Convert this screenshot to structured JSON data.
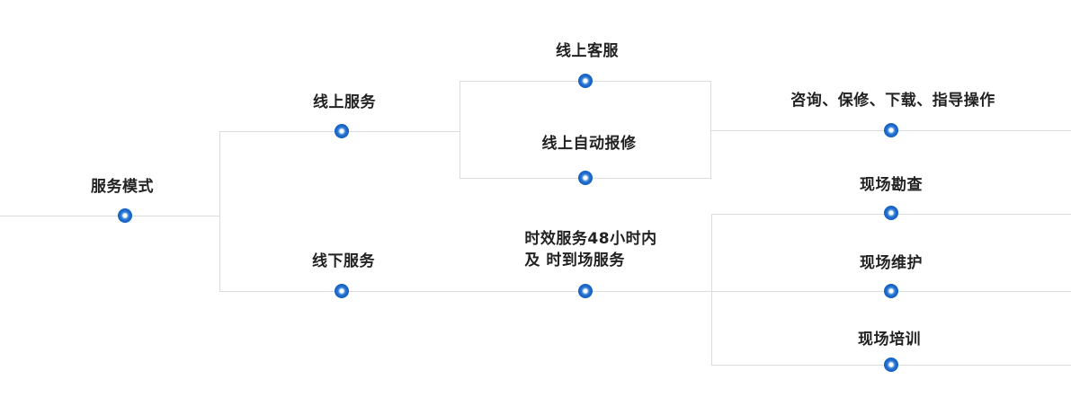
{
  "diagram": {
    "root": {
      "label": "服务模式"
    },
    "online": {
      "label": "线上服务"
    },
    "offline": {
      "label": "线下服务"
    },
    "online_cs": {
      "label": "线上客服"
    },
    "online_auto": {
      "label": "线上自动报修"
    },
    "online_result": {
      "label": "咨询、保修、下载、指导操作"
    },
    "offline_promise": {
      "line1": "时效服务48小时内",
      "line2": "及 时到场服务"
    },
    "survey": {
      "label": "现场勘查"
    },
    "maintain": {
      "label": "现场维护"
    },
    "training": {
      "label": "现场培训"
    }
  },
  "colors": {
    "node": "#0f5cc2",
    "line": "#dcdcdc",
    "text": "#222222"
  }
}
